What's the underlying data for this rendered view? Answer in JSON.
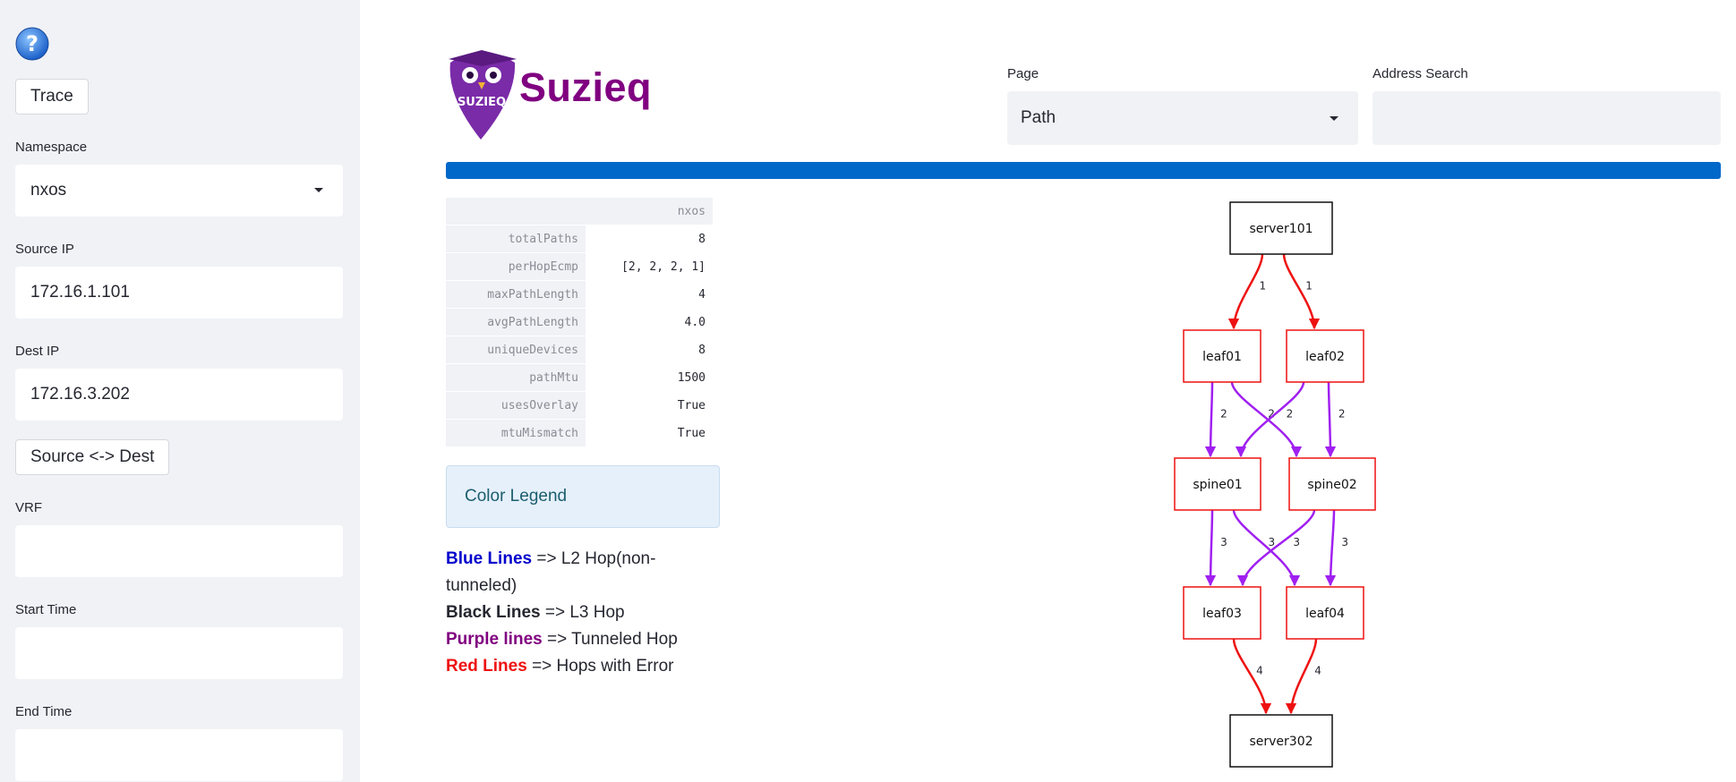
{
  "sidebar": {
    "help_icon_glyph": "?",
    "trace_button": "Trace",
    "namespace": {
      "label": "Namespace",
      "value": "nxos"
    },
    "source_ip": {
      "label": "Source IP",
      "value": "172.16.1.101"
    },
    "dest_ip": {
      "label": "Dest IP",
      "value": "172.16.3.202"
    },
    "swap_button": "Source <-> Dest",
    "vrf": {
      "label": "VRF",
      "value": ""
    },
    "start_time": {
      "label": "Start Time",
      "value": ""
    },
    "end_time": {
      "label": "End Time",
      "value": ""
    }
  },
  "header": {
    "brand": "Suzieq",
    "logo_text": "SUZIEQ",
    "page_label": "Page",
    "page_value": "Path",
    "address_label": "Address Search",
    "address_value": ""
  },
  "stats": {
    "column": "nxos",
    "rows": [
      {
        "key": "totalPaths",
        "value": "8"
      },
      {
        "key": "perHopEcmp",
        "value": "[2, 2, 2, 1]"
      },
      {
        "key": "maxPathLength",
        "value": "4"
      },
      {
        "key": "avgPathLength",
        "value": "4.0"
      },
      {
        "key": "uniqueDevices",
        "value": "8"
      },
      {
        "key": "pathMtu",
        "value": "1500"
      },
      {
        "key": "usesOverlay",
        "value": "True"
      },
      {
        "key": "mtuMismatch",
        "value": "True"
      }
    ]
  },
  "legend": {
    "title": "Color Legend",
    "items": [
      {
        "name": "Blue Lines",
        "desc": " => L2 Hop(non-tunneled)",
        "color": "#0000cc"
      },
      {
        "name": "Black Lines",
        "desc": " => L3 Hop",
        "color": "#262730"
      },
      {
        "name": "Purple lines",
        "desc": " => Tunneled Hop",
        "color": "#800080"
      },
      {
        "name": "Red Lines",
        "desc": " => Hops with Error",
        "color": "#ee1111"
      }
    ]
  },
  "graph": {
    "colors": {
      "error": "#ee1111",
      "tunnel": "#a020f0",
      "l3": "#111111"
    },
    "nodes": [
      {
        "id": "server101",
        "label": "server101",
        "status": "l3"
      },
      {
        "id": "leaf01",
        "label": "leaf01",
        "status": "error"
      },
      {
        "id": "leaf02",
        "label": "leaf02",
        "status": "error"
      },
      {
        "id": "spine01",
        "label": "spine01",
        "status": "error"
      },
      {
        "id": "spine02",
        "label": "spine02",
        "status": "error"
      },
      {
        "id": "leaf03",
        "label": "leaf03",
        "status": "error"
      },
      {
        "id": "leaf04",
        "label": "leaf04",
        "status": "error"
      },
      {
        "id": "server302",
        "label": "server302",
        "status": "l3"
      }
    ],
    "edges": [
      {
        "from": "server101",
        "to": "leaf01",
        "hop": "1",
        "type": "error"
      },
      {
        "from": "server101",
        "to": "leaf02",
        "hop": "1",
        "type": "error"
      },
      {
        "from": "leaf01",
        "to": "spine01",
        "hop": "2",
        "type": "tunnel"
      },
      {
        "from": "leaf01",
        "to": "spine02",
        "hop": "2",
        "type": "tunnel"
      },
      {
        "from": "leaf02",
        "to": "spine01",
        "hop": "2",
        "type": "tunnel"
      },
      {
        "from": "leaf02",
        "to": "spine02",
        "hop": "2",
        "type": "tunnel"
      },
      {
        "from": "spine01",
        "to": "leaf03",
        "hop": "3",
        "type": "tunnel"
      },
      {
        "from": "spine01",
        "to": "leaf04",
        "hop": "3",
        "type": "tunnel"
      },
      {
        "from": "spine02",
        "to": "leaf03",
        "hop": "3",
        "type": "tunnel"
      },
      {
        "from": "spine02",
        "to": "leaf04",
        "hop": "3",
        "type": "tunnel"
      },
      {
        "from": "leaf03",
        "to": "server302",
        "hop": "4",
        "type": "error"
      },
      {
        "from": "leaf04",
        "to": "server302",
        "hop": "4",
        "type": "error"
      }
    ]
  }
}
